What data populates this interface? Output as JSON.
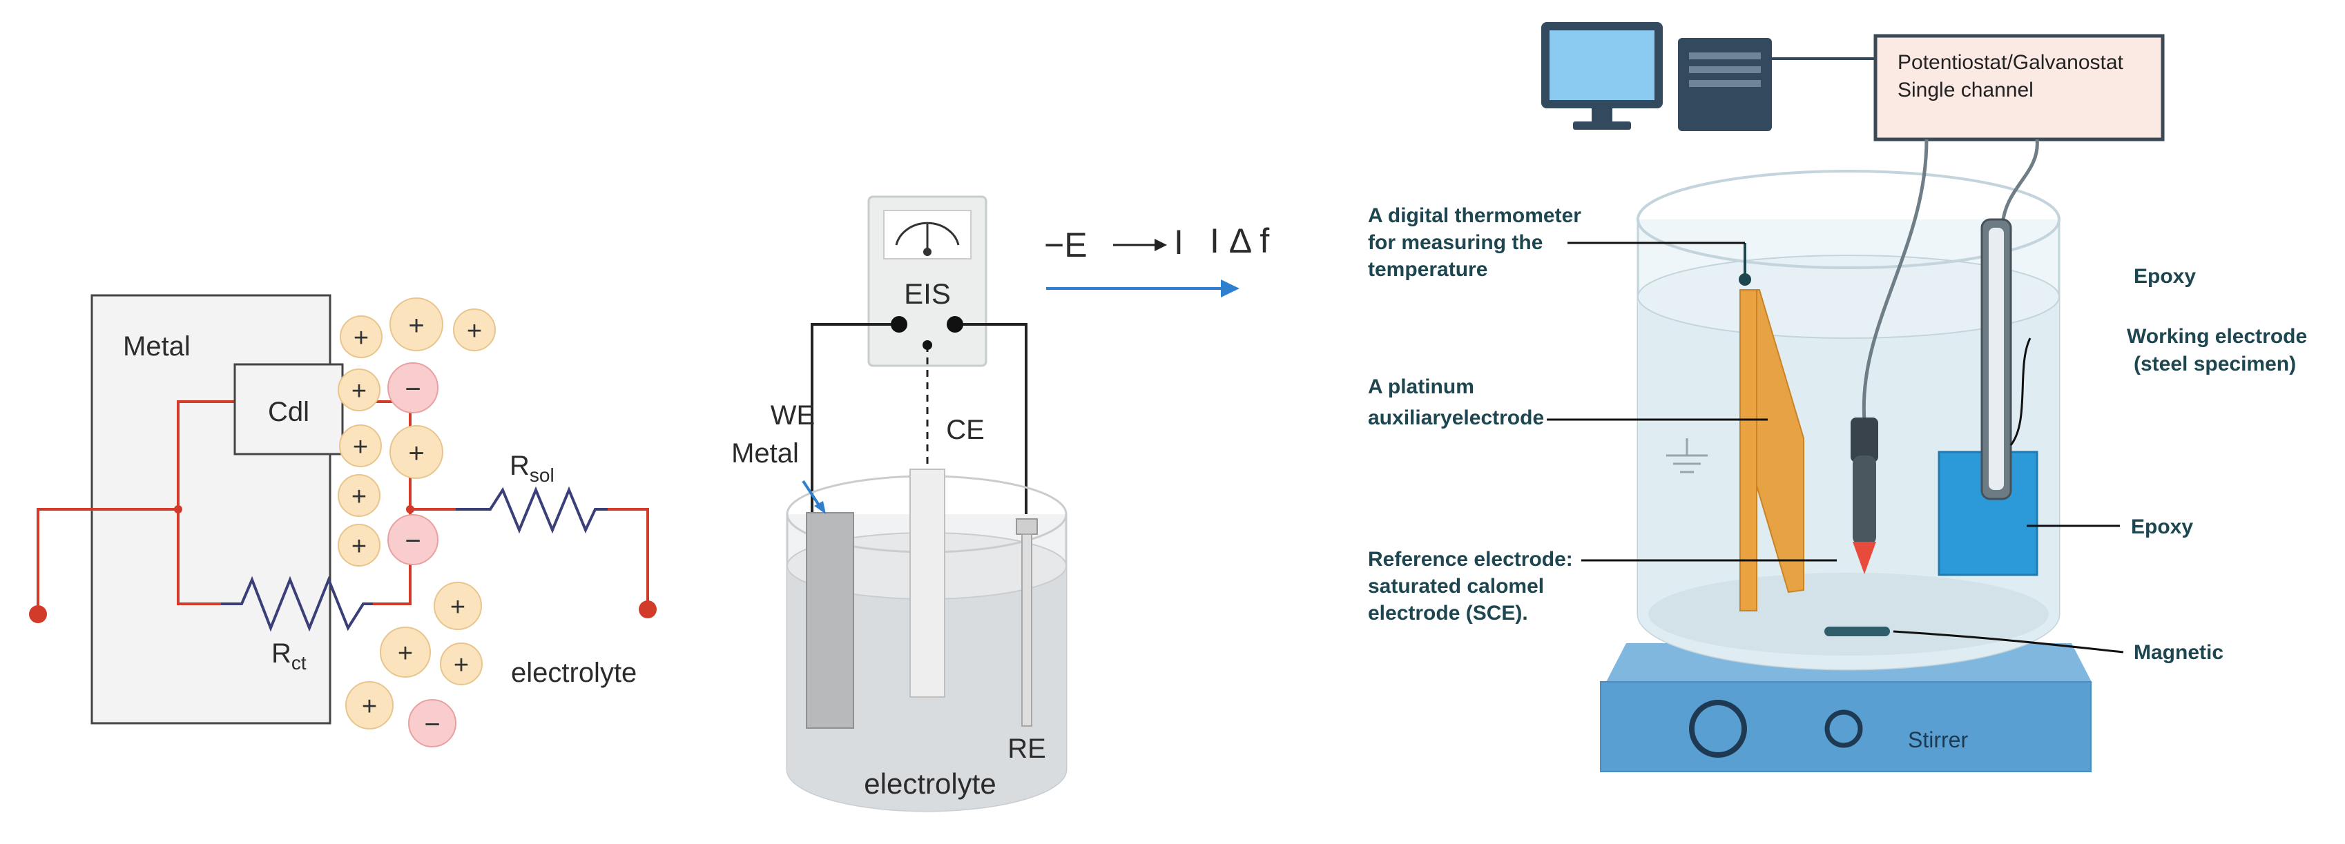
{
  "circuit": {
    "metal_label": "Metal",
    "cdl_label": "Cdl",
    "rsol_main": "R",
    "rsol_sub": "sol",
    "rct_main": "R",
    "rct_sub": "ct",
    "electrolyte_label": "electrolyte",
    "plus_sign": "+",
    "minus_sign": "−",
    "wire_color": "#d23a2a",
    "resistor_color": "#3a3f78"
  },
  "eis_cell": {
    "meter_label": "EIS",
    "we_label": "WE",
    "metal_label": "Metal",
    "ce_label": "CE",
    "re_label": "RE",
    "electrolyte_label": "electrolyte",
    "formula_e": "−E",
    "formula_i": "I",
    "formula_f": "I Δ f",
    "arrow_color": "#2f7fcf"
  },
  "setup": {
    "potentiostat_line1": "Potentiostat/Galvanostat",
    "potentiostat_line2": "Single channel",
    "thermometer_l1": "A digital thermometer",
    "thermometer_l2": "for measuring the",
    "thermometer_l3": "temperature",
    "platinum_l1": "A platinum",
    "platinum_l2": "auxiliaryelectrode",
    "reference_l1": "Reference electrode:",
    "reference_l2": "saturated calomel",
    "reference_l3": "electrode (SCE).",
    "epoxy_top": "Epoxy",
    "working_l1": "Working electrode",
    "working_l2": "(steel specimen)",
    "epoxy_bottom": "Epoxy",
    "magnetic_label": "Magnetic",
    "stirrer_label": "Stirrer",
    "stirrer_color": "#5a9fd2",
    "epoxy_color": "#2c9ad8",
    "platinum_color": "#e7a343"
  }
}
